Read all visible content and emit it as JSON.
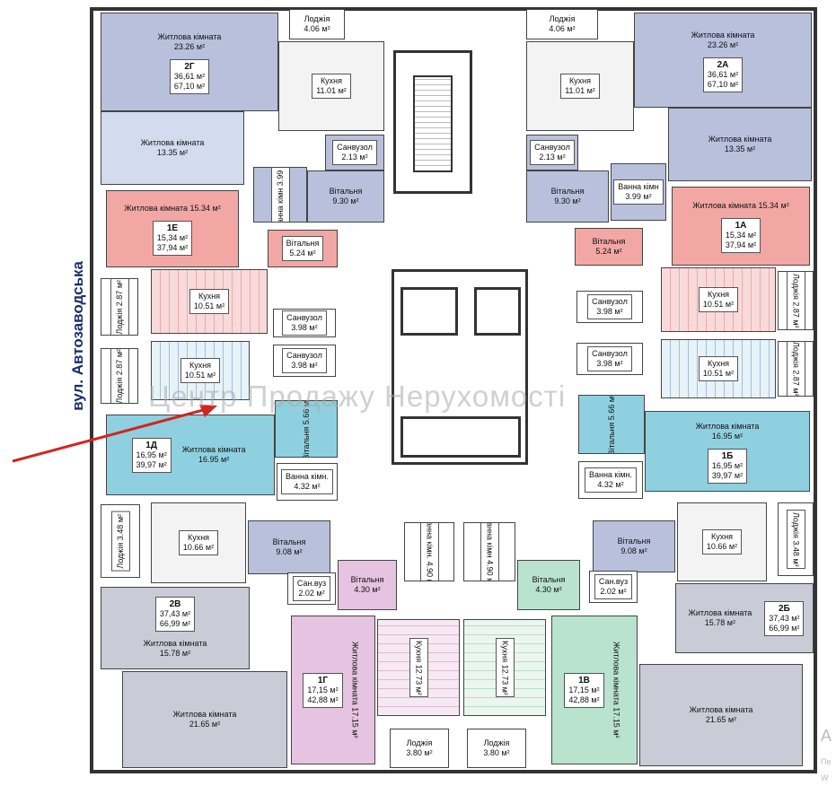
{
  "street": "вул. Автозаводська",
  "watermark": "Центр Продажу Нерухомості",
  "edge_text": {
    "a": "А",
    "b": "Пе",
    "c": "W"
  },
  "colors": {
    "blue_gray": "#b8c0dc",
    "pink": "#f2a7a4",
    "cyan": "#8fd0e0",
    "mauve": "#e6c3e0",
    "mint": "#b9e3cf",
    "gray": "#c9ccd6",
    "light": "#f3f3f3",
    "arrow": "#d0261f"
  },
  "apartments": {
    "a2G": {
      "code": "2Г",
      "living": "36,61 м²",
      "total": "67,10 м²"
    },
    "a2A": {
      "code": "2А",
      "living": "36,61 м²",
      "total": "67,10 м²"
    },
    "a1E": {
      "code": "1Е",
      "living": "15,34 м²",
      "total": "37,94 м²"
    },
    "a1A_top": {
      "code": "1А",
      "living": "15,34 м²",
      "total": "37,94 м²"
    },
    "a1D": {
      "code": "1Д",
      "living": "16,95 м²",
      "total": "39,97 м²"
    },
    "a1B": {
      "code": "1Б",
      "living": "16,95 м²",
      "total": "39,97 м²"
    },
    "a2V": {
      "code": "2В",
      "living": "37,43 м²",
      "total": "66,99 м²"
    },
    "a2B": {
      "code": "2Б",
      "living": "37,43 м²",
      "total": "66,99 м²"
    },
    "a1G": {
      "code": "1Г",
      "living": "17,15 м²",
      "total": "42,88 м²"
    },
    "a1V": {
      "code": "1В",
      "living": "17,15 м²",
      "total": "42,88 м²"
    }
  },
  "rooms": {
    "living": "Житлова кімната",
    "kitchen": "Кухня",
    "loggia": "Лоджія",
    "bath": "Санвузол",
    "hall": "Вітальня",
    "bathroom": "Ванна кімн.",
    "bathroom2": "Ванна кімн",
    "sanuz": "Сан.вуз",
    "a23_26": "23.26 м²",
    "a13_35": "13.35 м²",
    "a11_01": "11.01 м²",
    "a4_06": "4.06 м²",
    "a2_13": "2.13 м²",
    "a3_99": "3.99 м²",
    "a9_30": "9.30 м²",
    "a15_34": "15.34 м²",
    "a5_24": "5.24 м²",
    "a10_51": "10.51 м²",
    "a2_87": "2.87 м²",
    "a3_98": "3.98 м²",
    "a5_66": "5.66 м²",
    "a16_95": "16.95 м²",
    "a4_32": "4.32 м²",
    "a3_48": "3.48 м²",
    "a10_66": "10.66 м²",
    "a9_08": "9.08 м²",
    "a4_90": "4.90 м²",
    "a2_02": "2.02 м²",
    "a4_30": "4.30 м²",
    "a15_78": "15.78 м²",
    "a21_65": "21.65 м²",
    "a12_73": "12.73 м²",
    "a17_15": "17.15 м²",
    "a3_80": "3.80 м²"
  }
}
